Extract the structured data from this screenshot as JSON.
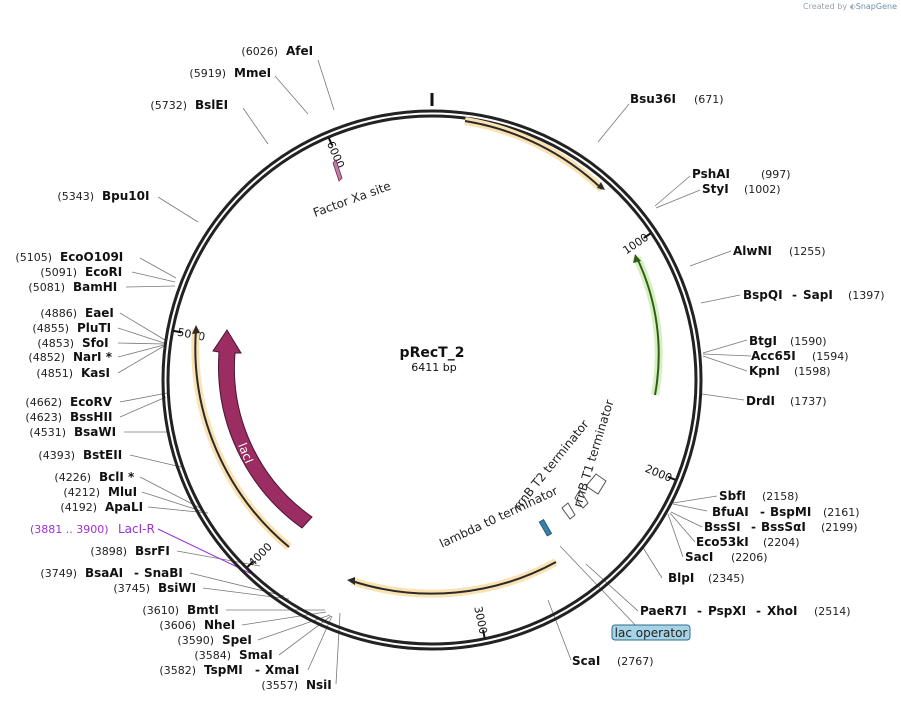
{
  "credit": {
    "prefix": "Created by",
    "brand": "SnapGene"
  },
  "plasmid": {
    "name": "pRecT_2",
    "length_label": "6411 bp",
    "length": 6411
  },
  "ticks": [
    {
      "label": "1000",
      "pos": 1000
    },
    {
      "label": "2000",
      "pos": 2000
    },
    {
      "label": "3000",
      "pos": 3000
    },
    {
      "label": "4000",
      "pos": 4000
    },
    {
      "label": "5000",
      "pos": 5000
    },
    {
      "label": "6000",
      "pos": 6000
    }
  ],
  "colors": {
    "backbone": "#222222",
    "orange": "#f2b24a",
    "green": "#7dc242",
    "lacI": "#9b2d62",
    "primer": "#9b30d9",
    "factorxa": "#c37aa6",
    "lacop_fill": "#a7d3e6"
  },
  "features": {
    "factor_xa": "Factor Xa site",
    "rrnB_T1": "rrnB T1 terminator",
    "rrnB_T2": "rrnB T2 terminator",
    "lambda_t0": "lambda t0 terminator",
    "lacI": "lacI",
    "lac_operator": "lac operator"
  },
  "primer": {
    "range": "(3881 .. 3900)",
    "name": "LacI-R"
  },
  "sites": {
    "AfeI": {
      "name": "AfeI",
      "pos": "(6026)"
    },
    "MmeI": {
      "name": "MmeI",
      "pos": "(5919)"
    },
    "BslEI": {
      "name": "BslEI",
      "pos": "(5732)"
    },
    "Bpu10I": {
      "name": "Bpu10I",
      "pos": "(5343)"
    },
    "EcoO109I": {
      "name": "EcoO109I",
      "pos": "(5105)"
    },
    "EcoRI": {
      "name": "EcoRI",
      "pos": "(5091)"
    },
    "BamHI": {
      "name": "BamHI",
      "pos": "(5081)"
    },
    "EaeI": {
      "name": "EaeI",
      "pos": "(4886)"
    },
    "PluTI": {
      "name": "PluTI",
      "pos": "(4855)"
    },
    "SfoI": {
      "name": "SfoI",
      "pos": "(4853)"
    },
    "NarI": {
      "name": "NarI *",
      "pos": "(4852)"
    },
    "KasI": {
      "name": "KasI",
      "pos": "(4851)"
    },
    "EcoRV": {
      "name": "EcoRV",
      "pos": "(4662)"
    },
    "BssHII": {
      "name": "BssHII",
      "pos": "(4623)"
    },
    "BsaWI": {
      "name": "BsaWI",
      "pos": "(4531)"
    },
    "BstEII": {
      "name": "BstEII",
      "pos": "(4393)"
    },
    "BclI": {
      "name": "BclI *",
      "pos": "(4226)"
    },
    "MluI": {
      "name": "MluI",
      "pos": "(4212)"
    },
    "ApaLI": {
      "name": "ApaLI",
      "pos": "(4192)"
    },
    "BsrFI": {
      "name": "BsrFI",
      "pos": "(3898)"
    },
    "BsaAI": {
      "name": "BsaAI",
      "alt": "SnaBI",
      "pos": "(3749)"
    },
    "BsiWI": {
      "name": "BsiWI",
      "pos": "(3745)"
    },
    "BmtI": {
      "name": "BmtI",
      "pos": "(3610)"
    },
    "NheI": {
      "name": "NheI",
      "pos": "(3606)"
    },
    "SpeI": {
      "name": "SpeI",
      "pos": "(3590)"
    },
    "SmaI": {
      "name": "SmaI",
      "pos": "(3584)"
    },
    "TspMI": {
      "name": "TspMI",
      "alt": "XmaI",
      "pos": "(3582)"
    },
    "NsiI": {
      "name": "NsiI",
      "pos": "(3557)"
    },
    "Bsu36I": {
      "name": "Bsu36I",
      "pos": "(671)"
    },
    "PshAI": {
      "name": "PshAI",
      "pos": "(997)"
    },
    "StyI": {
      "name": "StyI",
      "pos": "(1002)"
    },
    "AlwNI": {
      "name": "AlwNI",
      "pos": "(1255)"
    },
    "BspQI": {
      "name": "BspQI",
      "alt": "SapI",
      "pos": "(1397)"
    },
    "BtgI": {
      "name": "BtgI",
      "pos": "(1590)"
    },
    "Acc65I": {
      "name": "Acc65I",
      "pos": "(1594)"
    },
    "KpnI": {
      "name": "KpnI",
      "pos": "(1598)"
    },
    "DrdI": {
      "name": "DrdI",
      "pos": "(1737)"
    },
    "SbfI": {
      "name": "SbfI",
      "pos": "(2158)"
    },
    "BfuAI": {
      "name": "BfuAI",
      "alt": "BspMI",
      "pos": "(2161)"
    },
    "BssSI": {
      "name": "BssSI",
      "alt": "BssSαI",
      "pos": "(2199)"
    },
    "Eco53kI": {
      "name": "Eco53kI",
      "pos": "(2204)"
    },
    "SacI": {
      "name": "SacI",
      "pos": "(2206)"
    },
    "BlpI": {
      "name": "BlpI",
      "pos": "(2345)"
    },
    "PaeR7I": {
      "name": "PaeR7I",
      "alt": "PspXI",
      "alt2": "XhoI",
      "pos": "(2514)"
    },
    "ScaI": {
      "name": "ScaI",
      "pos": "(2767)"
    }
  }
}
